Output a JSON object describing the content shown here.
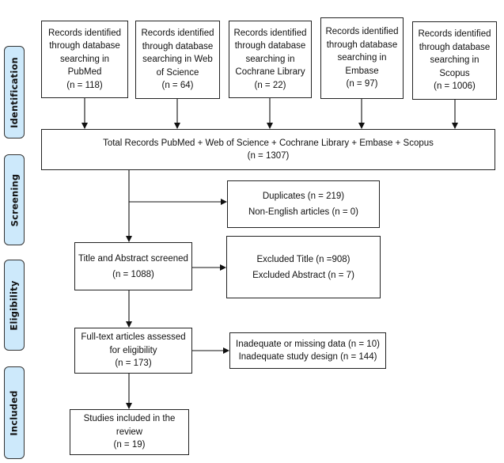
{
  "stages": [
    "Identification",
    "Screening",
    "Eligibility",
    "Included"
  ],
  "sources": [
    {
      "lines": [
        "Records identified",
        "through database",
        "searching in",
        "PubMed",
        "(n = 118)"
      ]
    },
    {
      "lines": [
        "Records identified",
        "through database",
        "searching in Web",
        "of Science",
        "(n = 64)"
      ]
    },
    {
      "lines": [
        "Records identified",
        "through database",
        "searching in",
        "Cochrane Library",
        "(n = 22)"
      ]
    },
    {
      "lines": [
        "Records identified",
        "through database",
        "searching in",
        "Embase",
        "(n = 97)"
      ]
    },
    {
      "lines": [
        "Records identified",
        "through database",
        "searching in",
        "Scopus",
        "(n = 1006)"
      ]
    }
  ],
  "total": {
    "lines": [
      "Total Records PubMed + Web of Science + Cochrane Library + Embase + Scopus",
      "(n = 1307)"
    ]
  },
  "removed": {
    "lines": [
      "Duplicates (n = 219)",
      "Non-English articles (n = 0)"
    ]
  },
  "screened": {
    "lines": [
      "Title and Abstract screened",
      "(n = 1088)"
    ]
  },
  "excluded": {
    "lines": [
      "Excluded Title (n =908)",
      "Excluded Abstract (n = 7)"
    ]
  },
  "fulltext": {
    "lines": [
      "Full-text articles assessed",
      "for eligibility",
      "(n = 173)"
    ]
  },
  "fulltext_excluded": {
    "lines": [
      "Inadequate or missing data (n = 10)",
      "Inadequate study design (n = 144)"
    ]
  },
  "included": {
    "lines": [
      "Studies included in the",
      "review",
      "(n = 19)"
    ]
  },
  "colors": {
    "stage_fill": "#cde9fb",
    "border": "#222222"
  }
}
